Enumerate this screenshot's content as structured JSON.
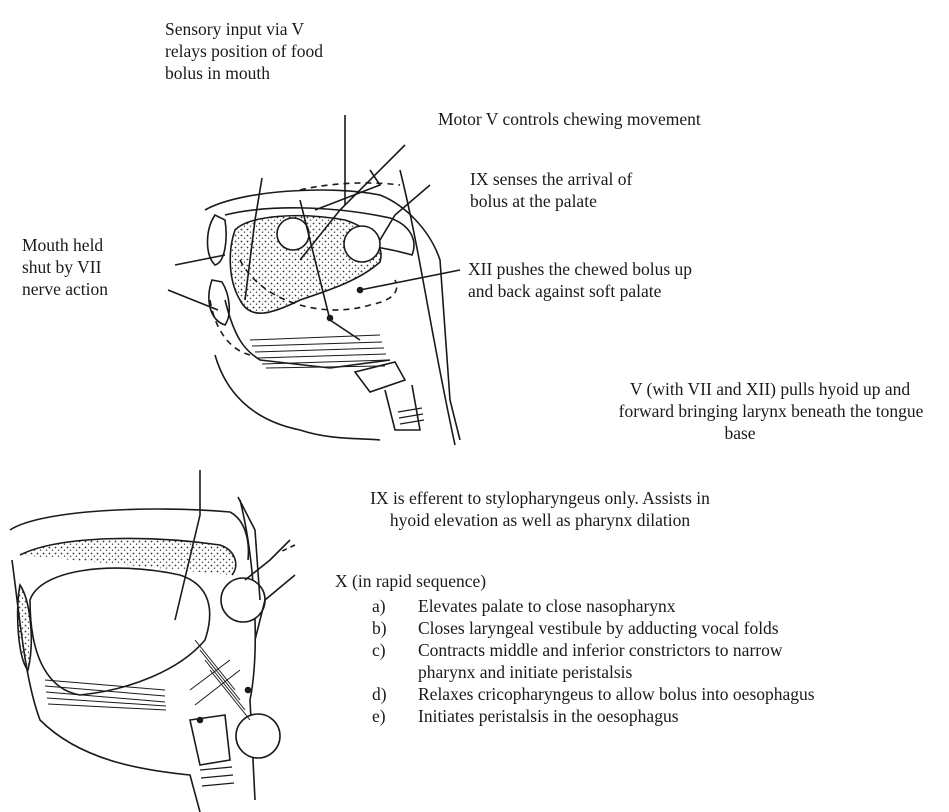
{
  "top_panel": {
    "label_sensory": [
      "Sensory input via V",
      "relays position of food",
      "bolus in mouth"
    ],
    "label_motor": "Motor V controls chewing movement",
    "label_ix_senses": [
      "IX senses the arrival of",
      "bolus at the palate"
    ],
    "label_mouth": [
      "Mouth held",
      "shut by VII",
      "nerve action"
    ],
    "label_xii": [
      "XII pushes the chewed bolus up",
      "and back against soft palate"
    ],
    "label_v_hyoid": [
      "V (with VII and XII) pulls hyoid up and",
      "forward bringing larynx beneath the tongue",
      "base"
    ]
  },
  "bottom_panel": {
    "label_ix_efferent": [
      "IX is efferent to stylopharyngeus only. Assists in",
      "hyoid elevation as well as pharynx dilation"
    ],
    "x_heading": "X (in rapid sequence)",
    "x_steps": [
      {
        "marker": "a)",
        "text": "Elevates palate to close nasopharynx"
      },
      {
        "marker": "b)",
        "text": "Closes laryngeal vestibule by adducting vocal folds"
      },
      {
        "marker": "c)",
        "text": "Contracts middle and inferior constrictors to narrow"
      },
      {
        "marker": "",
        "text": "pharynx and initiate peristalsis"
      },
      {
        "marker": "d)",
        "text": "Relaxes cricopharyngeus to allow bolus into oesophagus"
      },
      {
        "marker": "e)",
        "text": "Initiates peristalsis in the oesophagus"
      }
    ]
  }
}
